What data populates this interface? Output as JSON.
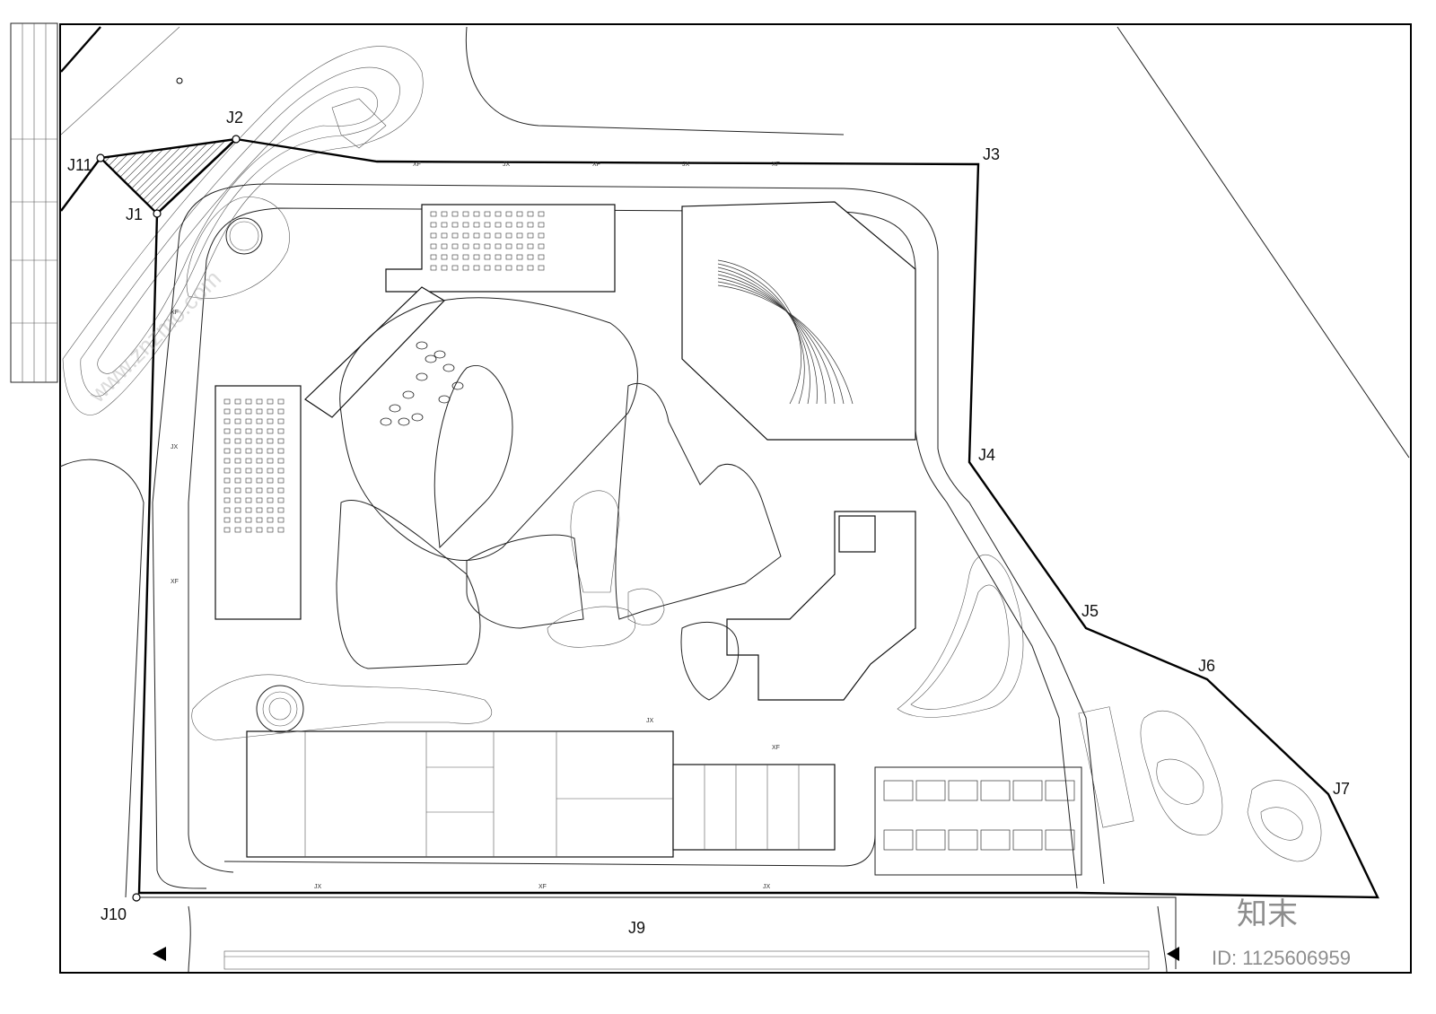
{
  "boundary_points": [
    {
      "id": "J1",
      "label": "J1"
    },
    {
      "id": "J2",
      "label": "J2"
    },
    {
      "id": "J3",
      "label": "J3"
    },
    {
      "id": "J4",
      "label": "J4"
    },
    {
      "id": "J5",
      "label": "J5"
    },
    {
      "id": "J6",
      "label": "J6"
    },
    {
      "id": "J7",
      "label": "J7"
    },
    {
      "id": "J9",
      "label": "J9"
    },
    {
      "id": "J10",
      "label": "J10"
    },
    {
      "id": "J11",
      "label": "J11"
    }
  ],
  "pipe_labels": {
    "fire": "XF",
    "water": "JX"
  },
  "watermark": {
    "logo": "知末",
    "id_text": "ID: 1125606959",
    "url": "www.znzmo.com"
  },
  "colors": {
    "line": "#222222",
    "background": "#ffffff",
    "watermark": "#8d8d8d"
  }
}
